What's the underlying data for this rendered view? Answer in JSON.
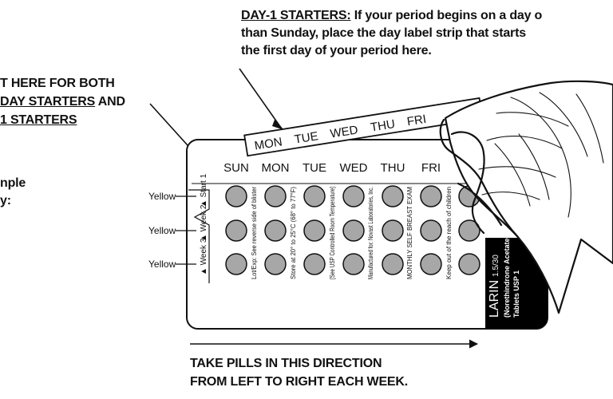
{
  "day1_callout": {
    "label": "DAY-1 STARTERS:",
    "line1_rest": " If your period begins on a day o",
    "line2": "than Sunday, place the day label strip that starts",
    "line3": "the first day of your period here."
  },
  "sunday_callout": {
    "line1": "T HERE FOR BOTH",
    "line2_u": "DAY STARTERS",
    "line2_rest": " AND",
    "line3": "1 STARTERS"
  },
  "left_fragment": {
    "line1": "nple",
    "line2": "y:"
  },
  "strip_days": [
    "MON",
    "TUE",
    "WED",
    "THU",
    "FRI"
  ],
  "card_days": [
    "SUN",
    "MON",
    "TUE",
    "WED",
    "THU",
    "FRI"
  ],
  "week_labels": [
    "Start 1",
    "Week 2",
    "Week 3"
  ],
  "row_markers": [
    "Yellow",
    "Yellow",
    "Yellow"
  ],
  "vertical_notes": [
    "Lot/Exp: See reverse side of blister",
    "Store at 20° to 25°C (68° to 77°F)",
    "[See USP Controlled Room Temperature]",
    "Manufactured for: Novast Laboratories, Inc.",
    "MONTHLY SELF BREAST EXAM",
    "Keep out of the reach of children"
  ],
  "brand": {
    "name": "LARIN",
    "dose": "1.5/30",
    "line2": "(Norethindrone Acetate",
    "line3": "Tablets USP 1"
  },
  "direction": {
    "line1": "TAKE PILLS IN THIS DIRECTION",
    "line2": "FROM LEFT TO RIGHT EACH WEEK."
  },
  "colors": {
    "pill_fill": "#a7a7a7",
    "ink": "#111111",
    "brand_panel": "#000000"
  }
}
